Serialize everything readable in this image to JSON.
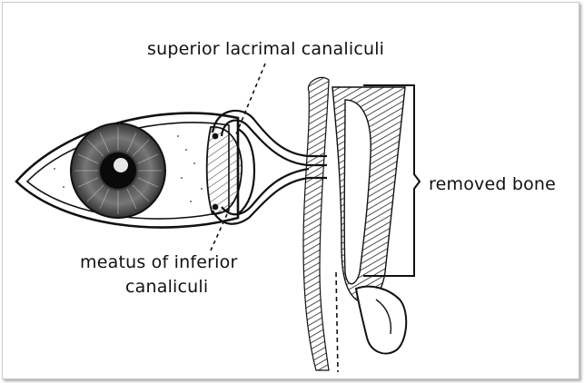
{
  "labels": {
    "superior": "superior lacrimal canaliculi",
    "meatus_line1": "meatus of inferior",
    "meatus_line2": "canaliculi",
    "removed": "removed bone"
  },
  "colors": {
    "ink": "#111111",
    "iris": "#333333",
    "hatch": "#222222",
    "frame": "#c9c9c9"
  }
}
